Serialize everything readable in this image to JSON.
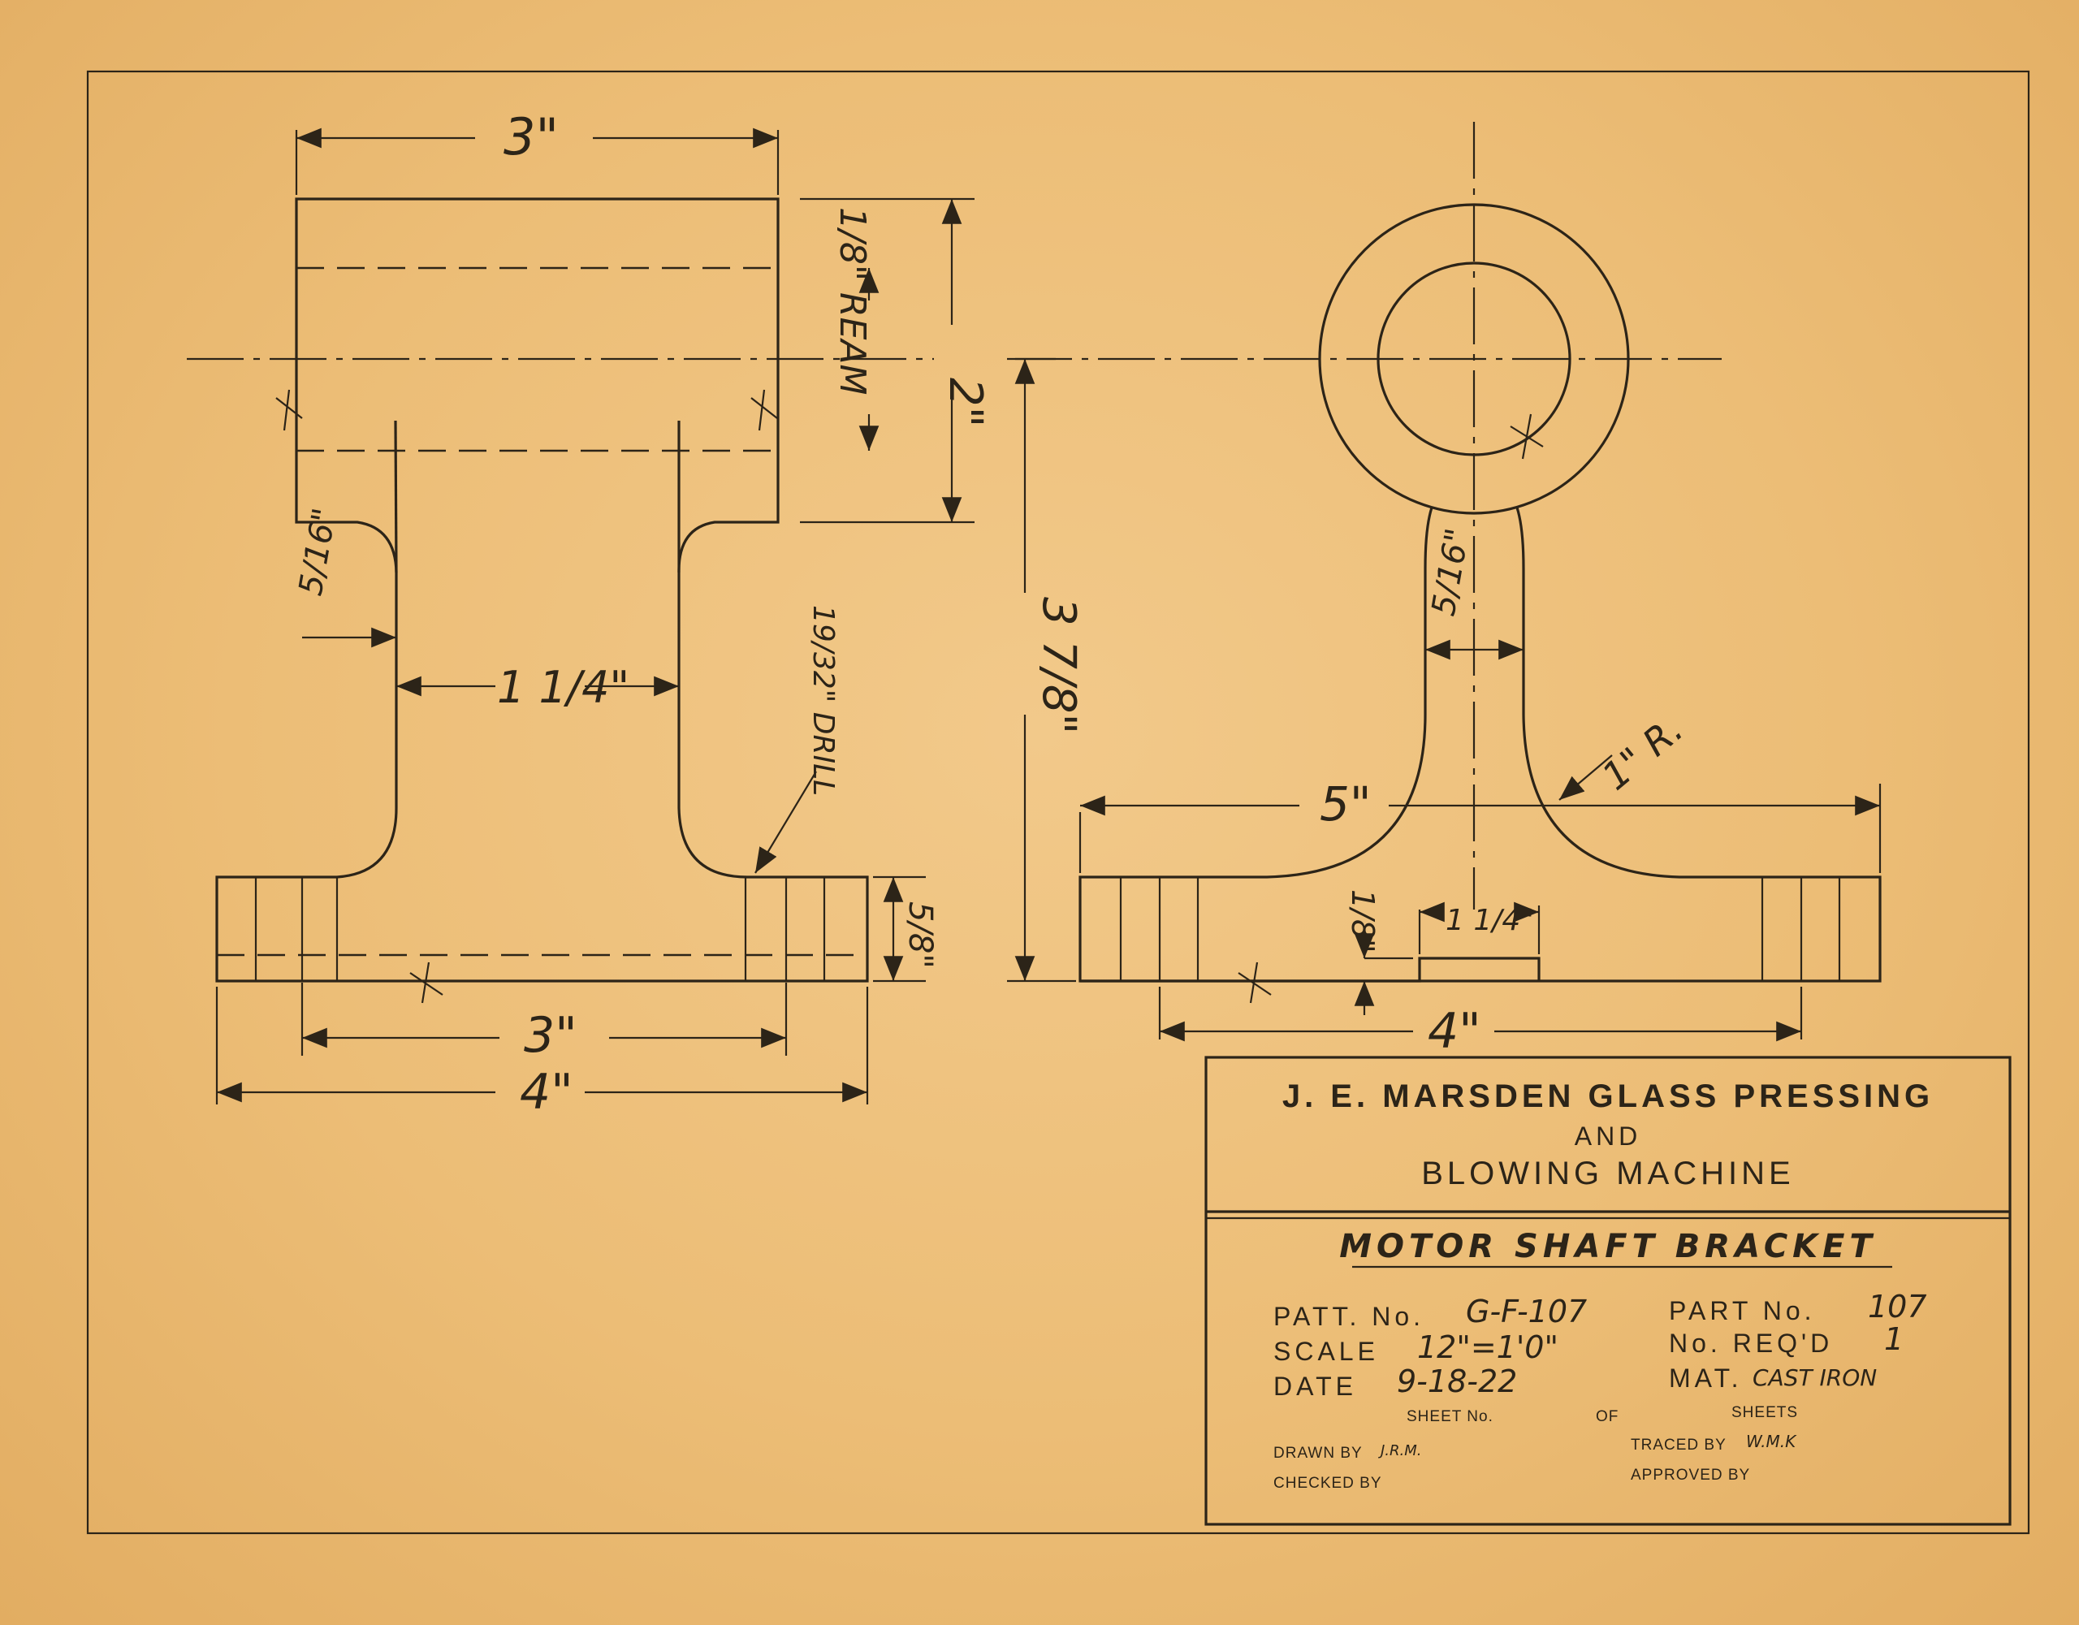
{
  "drawing": {
    "left_view": {
      "dims": {
        "top_width": "3\"",
        "height_right": "2\"",
        "ream": "1/8\" REAM",
        "web_thickness": "5/16\"",
        "inner_gap": "1 1/4\"",
        "drill": "19/32\" DRILL",
        "base_thickness": "5/8\"",
        "hole_centers": "3\"",
        "overall_width": "4\""
      }
    },
    "right_view": {
      "dims": {
        "height": "3 7/8\"",
        "web_thickness": "5/16\"",
        "fillet_radius": "1\" R.",
        "flange_span": "5\"",
        "step_depth": "1/8\"",
        "step_width": "1 1/4\"",
        "overall_width": "4\""
      }
    }
  },
  "title_block": {
    "company_line1": "J. E. MARSDEN GLASS PRESSING",
    "company_line2": "AND",
    "company_line3": "BLOWING MACHINE",
    "part_name": "MOTOR SHAFT BRACKET",
    "patt_label": "PATT. No.",
    "patt_value": "G-F-107",
    "part_label": "PART No.",
    "part_value": "107",
    "scale_label": "SCALE",
    "scale_value": "12\"=1'0\"",
    "req_label": "No. REQ'D",
    "req_value": "1",
    "date_label": "DATE",
    "date_value": "9-18-22",
    "mat_label": "MAT.",
    "mat_value": "CAST IRON",
    "sheet_label": "SHEET No.",
    "of_label": "OF",
    "sheets_label": "SHEETS",
    "drawn_label": "DRAWN BY",
    "drawn_value": "J.R.M.",
    "traced_label": "TRACED BY",
    "traced_value": "W.M.K",
    "checked_label": "CHECKED BY",
    "approved_label": "APPROVED BY"
  }
}
